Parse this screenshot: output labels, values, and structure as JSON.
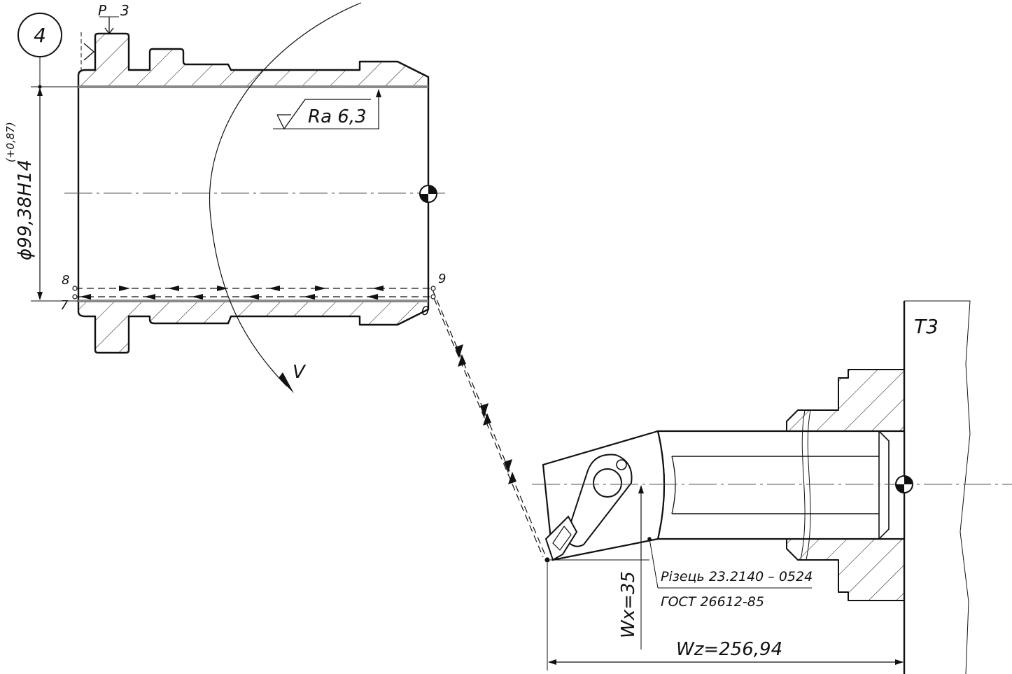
{
  "operation": {
    "step_number": "4"
  },
  "surface_roughness": {
    "label": "Ra 6,3"
  },
  "clamping": {
    "force_label": "P",
    "count_label": "3"
  },
  "dimensions": {
    "bore_diameter": "ϕ99,38H14",
    "bore_tolerance": "(+0,87)",
    "wx": "Wx=35",
    "wz": "Wz=256,94"
  },
  "points": {
    "p7": "7",
    "p8": "8",
    "p9": "9",
    "p0": "0"
  },
  "cutting_speed": {
    "label": "V"
  },
  "tool": {
    "name": "Різець 23.2140 – 0524",
    "standard": "ГОСТ 26612-85"
  },
  "turret": {
    "label": "T3"
  }
}
